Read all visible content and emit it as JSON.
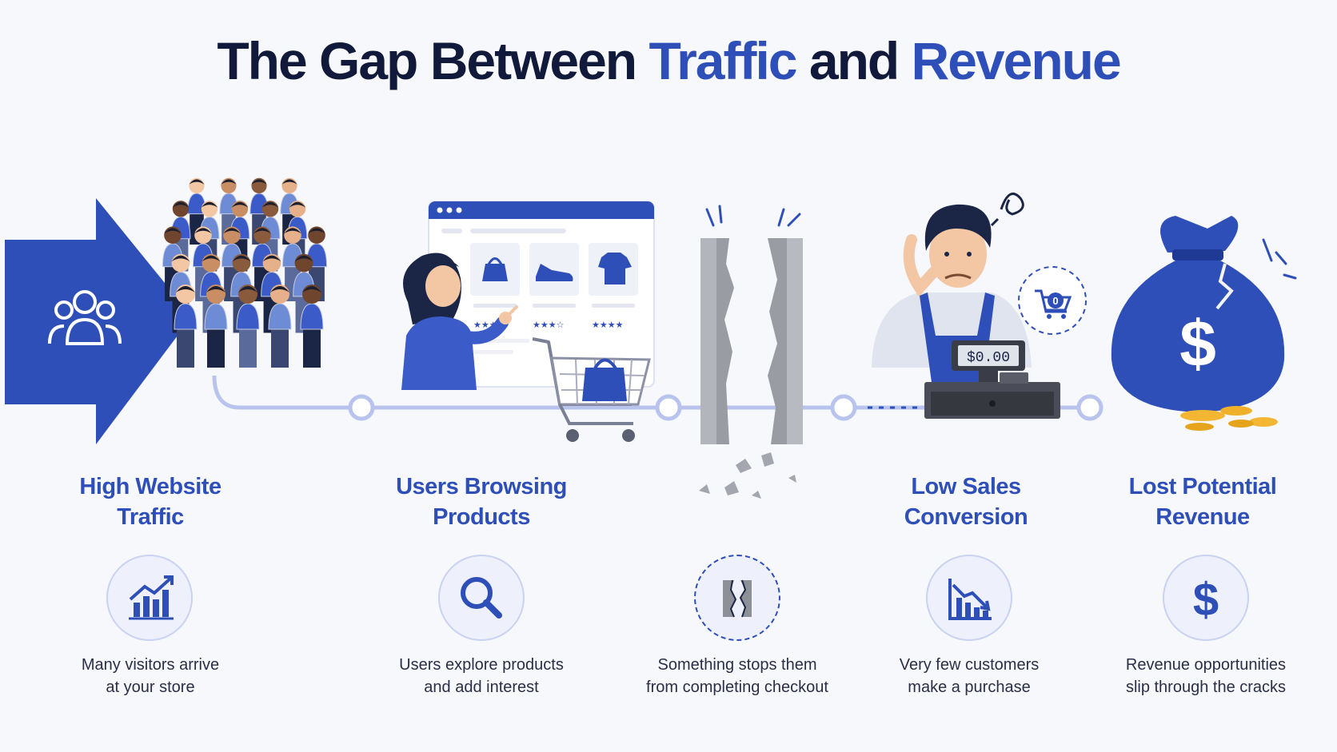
{
  "title": {
    "part1": "The Gap Between ",
    "part2": "Traffic",
    "part3": " and ",
    "part4": "Revenue"
  },
  "colors": {
    "accent": "#2f4fb8",
    "dark": "#111a3a",
    "light_ring": "#c9d2f0",
    "connector": "#b9c4ee"
  },
  "register_display": "$0.00",
  "cart_count": "0",
  "stages": [
    {
      "title_lines": [
        "High Website",
        "Traffic"
      ],
      "icon": "growth-chart-icon",
      "desc_lines": [
        "Many visitors arrive",
        "at your store"
      ]
    },
    {
      "title_lines": [
        "Users Browsing",
        "Products"
      ],
      "icon": "magnifier-icon",
      "desc_lines": [
        "Users explore products",
        "and add interest"
      ]
    },
    {
      "title_lines": [],
      "icon": "broken-wall-icon",
      "desc_lines": [
        "Something stops them",
        "from completing checkout"
      ]
    },
    {
      "title_lines": [
        "Low Sales",
        "Conversion"
      ],
      "icon": "declining-chart-icon",
      "desc_lines": [
        "Very few customers",
        "make a purchase"
      ]
    },
    {
      "title_lines": [
        "Lost Potential",
        "Revenue"
      ],
      "icon": "dollar-icon",
      "desc_lines": [
        "Revenue opportunities",
        "slip through the cracks"
      ]
    }
  ]
}
